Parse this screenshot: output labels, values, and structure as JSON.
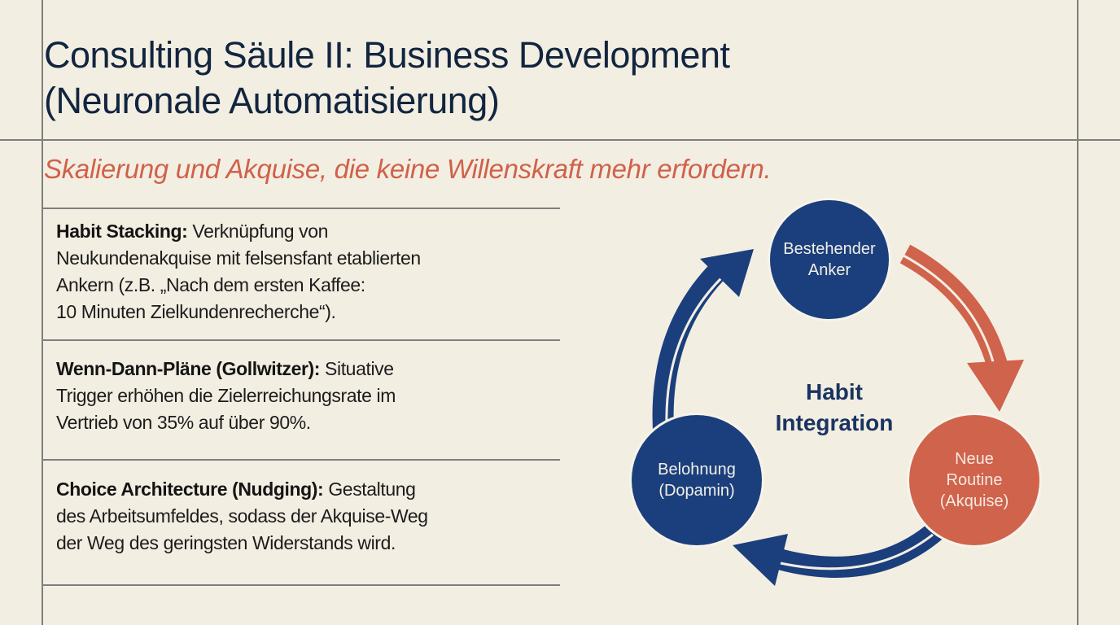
{
  "slide": {
    "title_line1": "Consulting Säule II: Business Development",
    "title_line2": "(Neuronale Automatisierung)",
    "subtitle": "Skalierung und Akquise, die keine Willenskraft mehr erfordern."
  },
  "points": [
    {
      "term": "Habit Stacking:",
      "line1": " Verknüpfung von",
      "line2": "Neukundenakquise mit felsensfant etablierten",
      "line3": "Ankern (z.B. „Nach dem ersten Kaffee:",
      "line4": "10 Minuten Zielkundenrecherche“)."
    },
    {
      "term": "Wenn-Dann-Pläne (Gollwitzer):",
      "line1": " Situative",
      "line2": "Trigger erhöhen die Zielerreichungsrate im",
      "line3": "Vertrieb von 35% auf über 90%."
    },
    {
      "term": "Choice Architecture (Nudging):",
      "line1": " Gestaltung",
      "line2": "des Arbeitsumfeldes, sodass der Akquise-Weg",
      "line3": "der Weg des geringsten Widerstands wird."
    }
  ],
  "diagram": {
    "center_line1": "Habit",
    "center_line2": "Integration",
    "nodes": [
      {
        "line1": "Bestehender",
        "line2": "Anker",
        "color": "#1b3f7c"
      },
      {
        "line1": "Neue",
        "line2": "Routine",
        "line3": "(Akquise)",
        "color": "#d0634b"
      },
      {
        "line1": "Belohnung",
        "line2": "(Dopamin)",
        "color": "#1b3f7c"
      }
    ],
    "arrow_colors": {
      "navy": "#1b3f7c",
      "orange": "#d0634b"
    }
  }
}
